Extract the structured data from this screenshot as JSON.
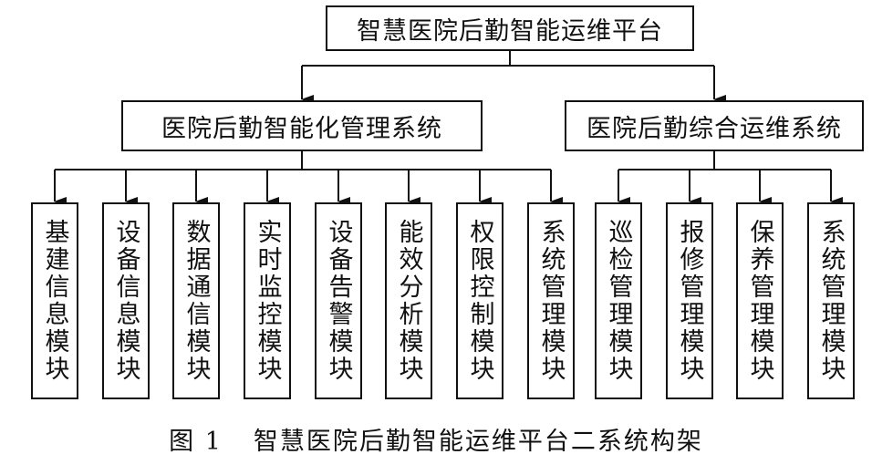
{
  "root": {
    "label": "智慧医院后勤智能运维平台"
  },
  "systems": [
    {
      "label": "医院后勤智能化管理系统",
      "modules": [
        "基建信息模块",
        "设备信息模块",
        "数据通信模块",
        "实时监控模块",
        "设备告警模块",
        "能效分析模块",
        "权限控制模块",
        "系统管理模块"
      ]
    },
    {
      "label": "医院后勤综合运维系统",
      "modules": [
        "巡检管理模块",
        "报修管理模块",
        "保养管理模块",
        "系统管理模块"
      ]
    }
  ],
  "caption": {
    "number": "图 1",
    "text": "智慧医院后勤智能运维平台二系统构架"
  }
}
